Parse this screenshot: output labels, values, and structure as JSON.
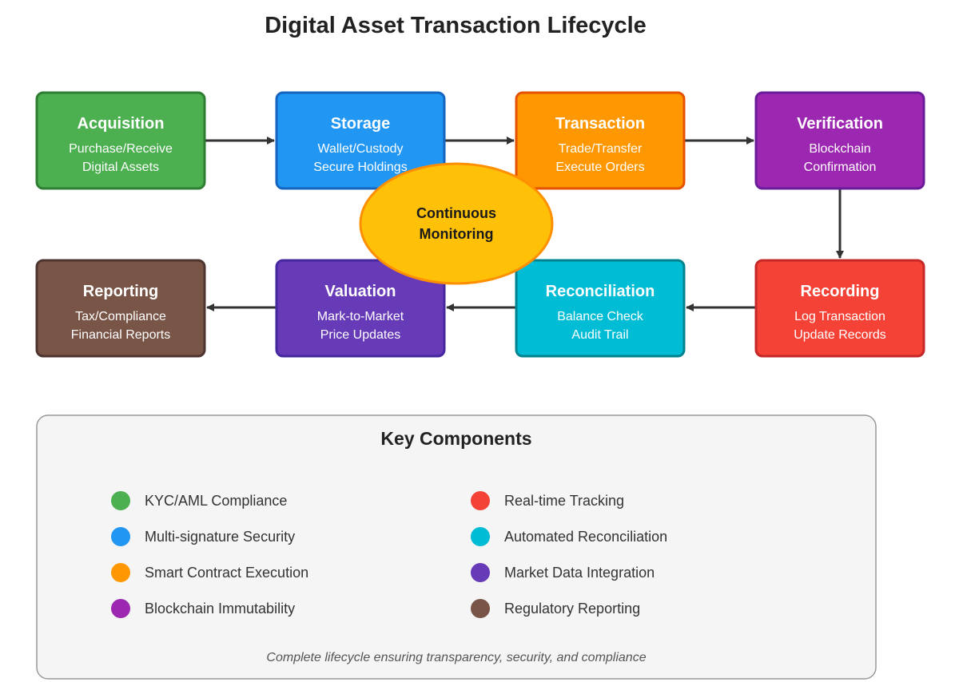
{
  "title": "Digital Asset Transaction Lifecycle",
  "stages": [
    {
      "id": "acquisition",
      "title": "Acquisition",
      "line1": "Purchase/Receive",
      "line2": "Digital Assets",
      "color": "#4CAF50",
      "stroke": "#2E7D32"
    },
    {
      "id": "storage",
      "title": "Storage",
      "line1": "Wallet/Custody",
      "line2": "Secure Holdings",
      "color": "#2196F3",
      "stroke": "#1565C0"
    },
    {
      "id": "transaction",
      "title": "Transaction",
      "line1": "Trade/Transfer",
      "line2": "Execute Orders",
      "color": "#FF9800",
      "stroke": "#E65100"
    },
    {
      "id": "verification",
      "title": "Verification",
      "line1": "Blockchain",
      "line2": "Confirmation",
      "color": "#9C27B0",
      "stroke": "#6A1B9A"
    },
    {
      "id": "recording",
      "title": "Recording",
      "line1": "Log Transaction",
      "line2": "Update Records",
      "color": "#F44336",
      "stroke": "#C62828"
    },
    {
      "id": "reconciliation",
      "title": "Reconciliation",
      "line1": "Balance Check",
      "line2": "Audit Trail",
      "color": "#00BCD4",
      "stroke": "#00838F"
    },
    {
      "id": "valuation",
      "title": "Valuation",
      "line1": "Mark-to-Market",
      "line2": "Price Updates",
      "color": "#673AB7",
      "stroke": "#4527A0"
    },
    {
      "id": "reporting",
      "title": "Reporting",
      "line1": "Tax/Compliance",
      "line2": "Financial Reports",
      "color": "#795548",
      "stroke": "#4E342E"
    }
  ],
  "center": {
    "line1": "Continuous",
    "line2": "Monitoring",
    "color": "#FFC107",
    "stroke": "#FF8F00"
  },
  "key_components": {
    "title": "Key Components",
    "items": [
      {
        "label": "KYC/AML Compliance",
        "color": "#4CAF50"
      },
      {
        "label": "Multi-signature Security",
        "color": "#2196F3"
      },
      {
        "label": "Smart Contract Execution",
        "color": "#FF9800"
      },
      {
        "label": "Blockchain Immutability",
        "color": "#9C27B0"
      },
      {
        "label": "Real-time Tracking",
        "color": "#F44336"
      },
      {
        "label": "Automated Reconciliation",
        "color": "#00BCD4"
      },
      {
        "label": "Market Data Integration",
        "color": "#673AB7"
      },
      {
        "label": "Regulatory Reporting",
        "color": "#795548"
      }
    ],
    "footer": "Complete lifecycle ensuring transparency, security, and compliance"
  }
}
